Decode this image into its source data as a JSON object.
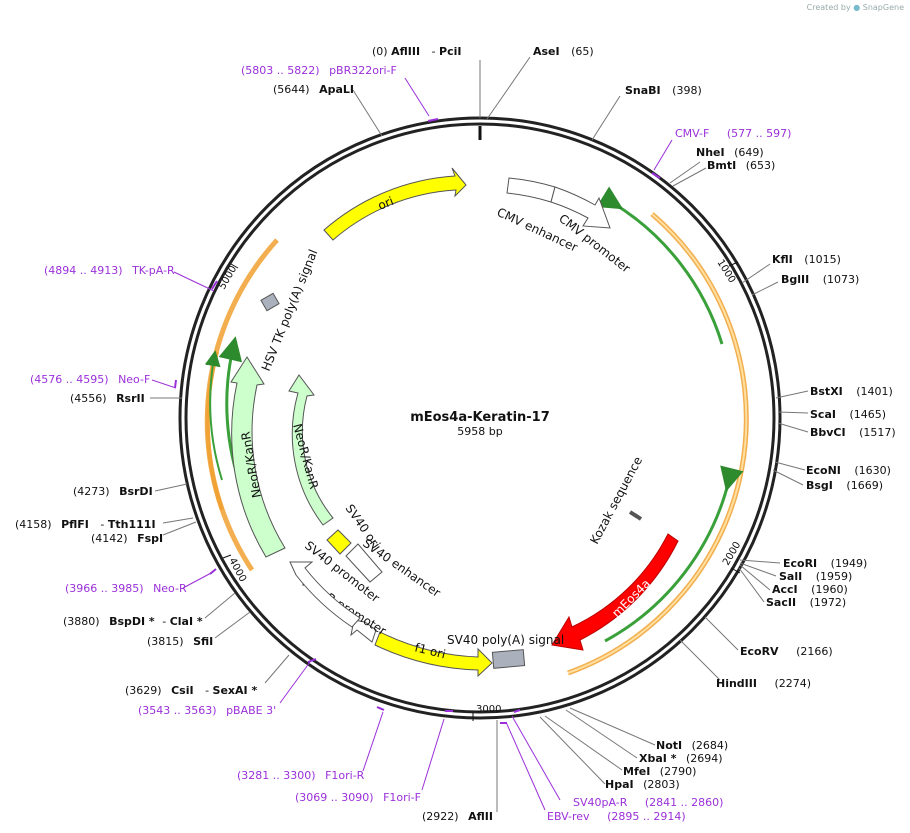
{
  "credit": {
    "prefix": "Created by",
    "brand": "SnapGene"
  },
  "plasmid": {
    "name": "mEos4a-Keratin-17",
    "size_label": "5958 bp",
    "length": 5958
  },
  "ticks": [
    "1000",
    "2000",
    "3000",
    "4000",
    "5000"
  ],
  "features": [
    {
      "name": "ori",
      "label": "ori",
      "start": 5130,
      "end": 5700,
      "color": "#ffff00",
      "dir": "cw"
    },
    {
      "name": "cmv-enhancer",
      "label": "CMV enhancer",
      "start": 65,
      "end": 400,
      "color": "#ffffff",
      "dir": "none"
    },
    {
      "name": "cmv-promoter",
      "label": "CMV promoter",
      "start": 400,
      "end": 640,
      "color": "#ffffff",
      "dir": "cw"
    },
    {
      "name": "kozak",
      "label": "Kozak sequence",
      "start": 1785,
      "end": 1795,
      "color": "#b0b8c8",
      "dir": "none"
    },
    {
      "name": "meos4a",
      "label": "mEos4a",
      "start": 1800,
      "end": 2500,
      "color": "#ff0000",
      "dir": "cw"
    },
    {
      "name": "sv40-polya",
      "label": "SV40 poly(A) signal",
      "start": 2840,
      "end": 2960,
      "color": "#aab0bc",
      "dir": "none"
    },
    {
      "name": "f1-ori",
      "label": "f1 ori",
      "start": 3000,
      "end": 3440,
      "color": "#ffff00",
      "dir": "ccw"
    },
    {
      "name": "ampr-promoter",
      "label": "AmpR promoter",
      "start": 3440,
      "end": 3545,
      "color": "#ffffff",
      "dir": "cw"
    },
    {
      "name": "sv40-promoter",
      "label": "SV40 promoter",
      "start": 3545,
      "end": 3900,
      "color": "#ffffff",
      "dir": "cw"
    },
    {
      "name": "sv40-ori",
      "label": "SV40 ori",
      "start": 3640,
      "end": 3770,
      "color": "#ffff00",
      "dir": "none"
    },
    {
      "name": "sv40-enhancer",
      "label": "SV40 enhancer",
      "start": 3640,
      "end": 3880,
      "color": "#ffffff",
      "dir": "none"
    },
    {
      "name": "neokanr-inner",
      "label": "NeoR/KanR",
      "start": 3950,
      "end": 4560,
      "color": "#ccffcc",
      "dir": "cw"
    },
    {
      "name": "neokanr-outer",
      "label": "NeoR/KanR",
      "start": 4000,
      "end": 4600,
      "color": "#ccffcc",
      "dir": "cw"
    },
    {
      "name": "hsv-tk-polya",
      "label": "HSV TK poly(A) signal",
      "start": 5020,
      "end": 5060,
      "color": "#aab0bc",
      "dir": "none"
    }
  ],
  "sites": [
    {
      "side": "top",
      "pos": "(0)",
      "name": "AflIII",
      "sep": "-",
      "name2": "PciI"
    },
    {
      "side": "top",
      "pos": "(65)",
      "name": "AseI"
    },
    {
      "side": "right",
      "pos": "(398)",
      "name": "SnaBI"
    },
    {
      "side": "right",
      "pos": "(649)",
      "name": "NheI"
    },
    {
      "side": "right",
      "pos": "(653)",
      "name": "BmtI"
    },
    {
      "side": "right",
      "pos": "(1015)",
      "name": "KflI"
    },
    {
      "side": "right",
      "pos": "(1073)",
      "name": "BglII"
    },
    {
      "side": "right",
      "pos": "(1401)",
      "name": "BstXI"
    },
    {
      "side": "right",
      "pos": "(1465)",
      "name": "ScaI"
    },
    {
      "side": "right",
      "pos": "(1517)",
      "name": "BbvCI"
    },
    {
      "side": "right",
      "pos": "(1630)",
      "name": "EcoNI"
    },
    {
      "side": "right",
      "pos": "(1669)",
      "name": "BsgI"
    },
    {
      "side": "right",
      "pos": "(1949)",
      "name": "EcoRI"
    },
    {
      "side": "right",
      "pos": "(1959)",
      "name": "SalI"
    },
    {
      "side": "right",
      "pos": "(1960)",
      "name": "AccI"
    },
    {
      "side": "right",
      "pos": "(1972)",
      "name": "SacII"
    },
    {
      "side": "right",
      "pos": "(2166)",
      "name": "EcoRV"
    },
    {
      "side": "right",
      "pos": "(2274)",
      "name": "HindIII"
    },
    {
      "side": "right",
      "pos": "(2684)",
      "name": "NotI"
    },
    {
      "side": "right",
      "pos": "(2694)",
      "name": "XbaI *"
    },
    {
      "side": "right",
      "pos": "(2790)",
      "name": "MfeI"
    },
    {
      "side": "right",
      "pos": "(2803)",
      "name": "HpaI"
    },
    {
      "side": "bottom",
      "pos": "(2922)",
      "name": "AflII"
    },
    {
      "side": "left",
      "pos": "(3629)",
      "name": "CsiI",
      "sep": "-",
      "name2": "SexAI *"
    },
    {
      "side": "left",
      "pos": "(3815)",
      "name": "SfiI"
    },
    {
      "side": "left",
      "pos": "(3880)",
      "name": "BspDI *",
      "sep": "-",
      "name2": "ClaI *"
    },
    {
      "side": "left",
      "pos": "(4142)",
      "name": "FspI"
    },
    {
      "side": "left",
      "pos": "(4158)",
      "name": "PflFI",
      "sep": "-",
      "name2": "Tth111I"
    },
    {
      "side": "left",
      "pos": "(4273)",
      "name": "BsrDI"
    },
    {
      "side": "left",
      "pos": "(4556)",
      "name": "RsrII"
    },
    {
      "side": "left",
      "pos": "(5644)",
      "name": "ApaLI"
    }
  ],
  "primers": [
    {
      "range": "(5803 .. 5822)",
      "name": "pBR322ori-F"
    },
    {
      "range": "(577 .. 597)",
      "name": "CMV-F"
    },
    {
      "range": "(4894 .. 4913)",
      "name": "TK-pA-R"
    },
    {
      "range": "(4576 .. 4595)",
      "name": "Neo-F"
    },
    {
      "range": "(3966 .. 3985)",
      "name": "Neo-R"
    },
    {
      "range": "(3543 .. 3563)",
      "name": "pBABE 3'"
    },
    {
      "range": "(3281 .. 3300)",
      "name": "F1ori-R"
    },
    {
      "range": "(3069 .. 3090)",
      "name": "F1ori-F"
    },
    {
      "range": "(2841 .. 2860)",
      "name": "SV40pA-R"
    },
    {
      "range": "(2895 .. 2914)",
      "name": "EBV-rev"
    }
  ]
}
